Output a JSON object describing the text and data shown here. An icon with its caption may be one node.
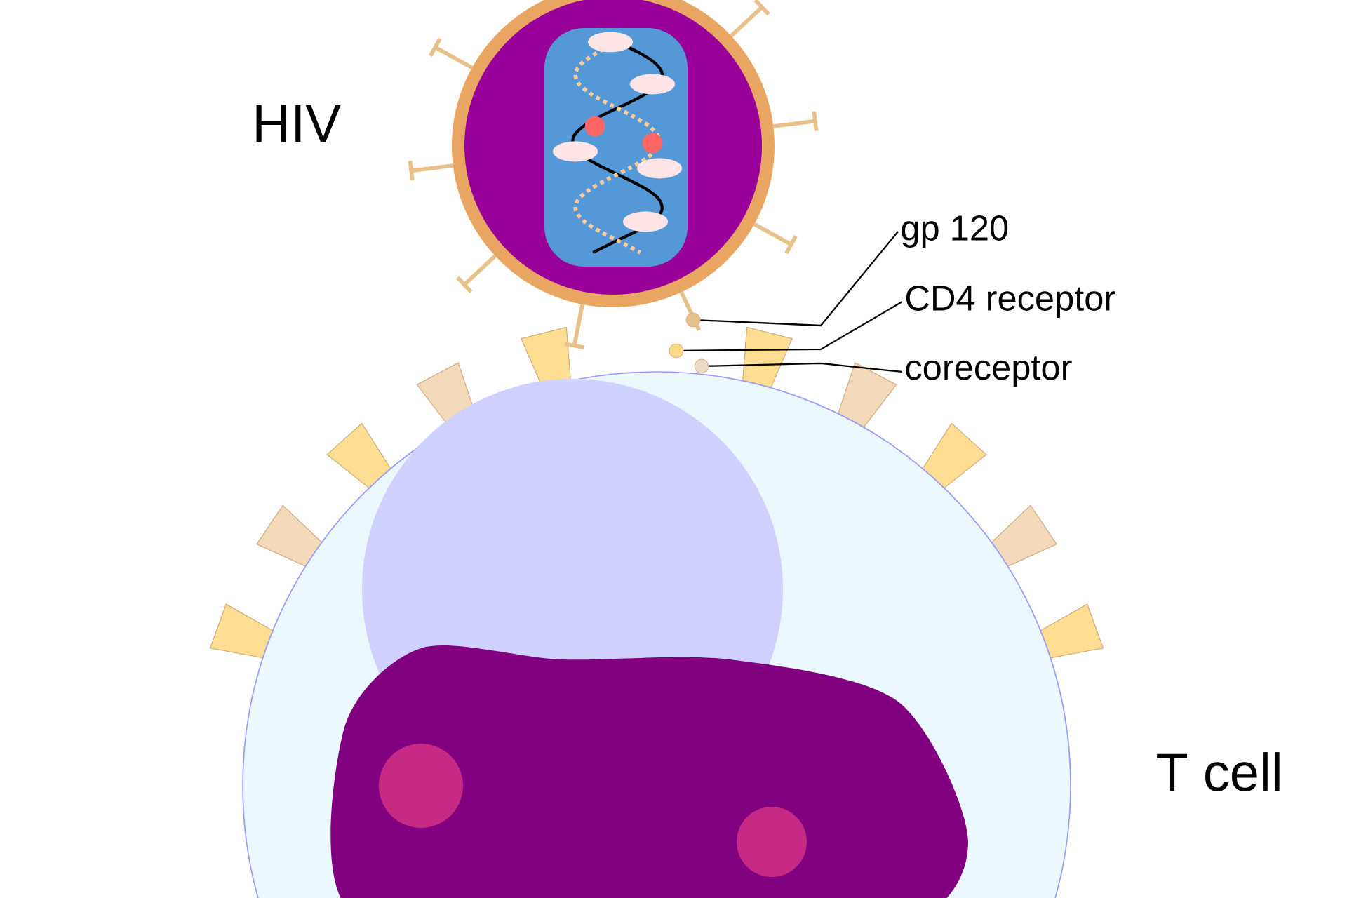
{
  "diagram": {
    "nodes": [
      {
        "text": [
          "gp 120"
        ]
      },
      {
        "text": [
          "CD4 receptor"
        ]
      },
      {
        "text": [
          "coreceptor"
        ]
      },
      {
        "text": [],
        "shape": "circle"
      },
      {
        "text": [],
        "shape": "circle"
      },
      {
        "text": [],
        "shape": "circle"
      }
    ],
    "edges": [
      {
        "from": 0,
        "to": 3,
        "arrow": "none"
      },
      {
        "from": 1,
        "to": 4,
        "arrow": "none"
      },
      {
        "from": 2,
        "to": 5,
        "arrow": "none"
      }
    ],
    "labels": [
      "HIV",
      "T cell"
    ]
  }
}
